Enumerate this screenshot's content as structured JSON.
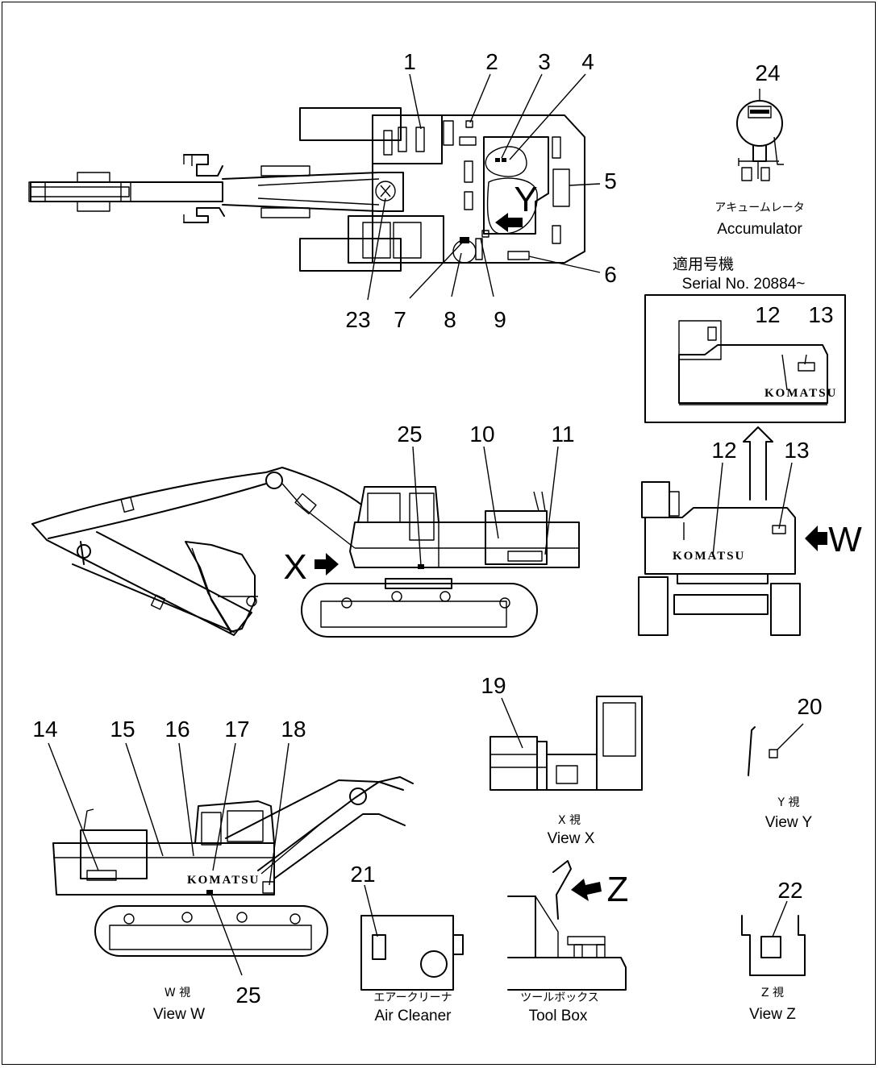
{
  "callouts": {
    "c1": "1",
    "c2": "2",
    "c3": "3",
    "c4": "4",
    "c5": "5",
    "c6": "6",
    "c7": "7",
    "c8": "8",
    "c9": "9",
    "c10": "10",
    "c11": "11",
    "c12": "12",
    "c13": "13",
    "c14": "14",
    "c15": "15",
    "c16": "16",
    "c17": "17",
    "c18": "18",
    "c19": "19",
    "c20": "20",
    "c21": "21",
    "c22": "22",
    "c23": "23",
    "c24": "24",
    "c25": "25"
  },
  "view_markers": {
    "x": "X",
    "y": "Y",
    "w": "W",
    "z": "Z"
  },
  "accumulator": {
    "jp": "アキュームレータ",
    "en": "Accumulator"
  },
  "serial": {
    "jp": "適用号機",
    "en": "Serial No. 20884~"
  },
  "view_x": {
    "jp": "X 視",
    "en": "View X"
  },
  "view_y": {
    "jp": "Y 視",
    "en": "View Y"
  },
  "view_w": {
    "jp": "W 視",
    "en": "View W"
  },
  "view_z": {
    "jp": "Z 視",
    "en": "View Z"
  },
  "air_cleaner": {
    "jp": "エアークリーナ",
    "en": "Air Cleaner"
  },
  "tool_box": {
    "jp": "ツールボックス",
    "en": "Tool Box"
  },
  "brand_marks": {
    "front": "KOMATSU",
    "inset": "KOMATSU",
    "side": "KOMATSU"
  }
}
